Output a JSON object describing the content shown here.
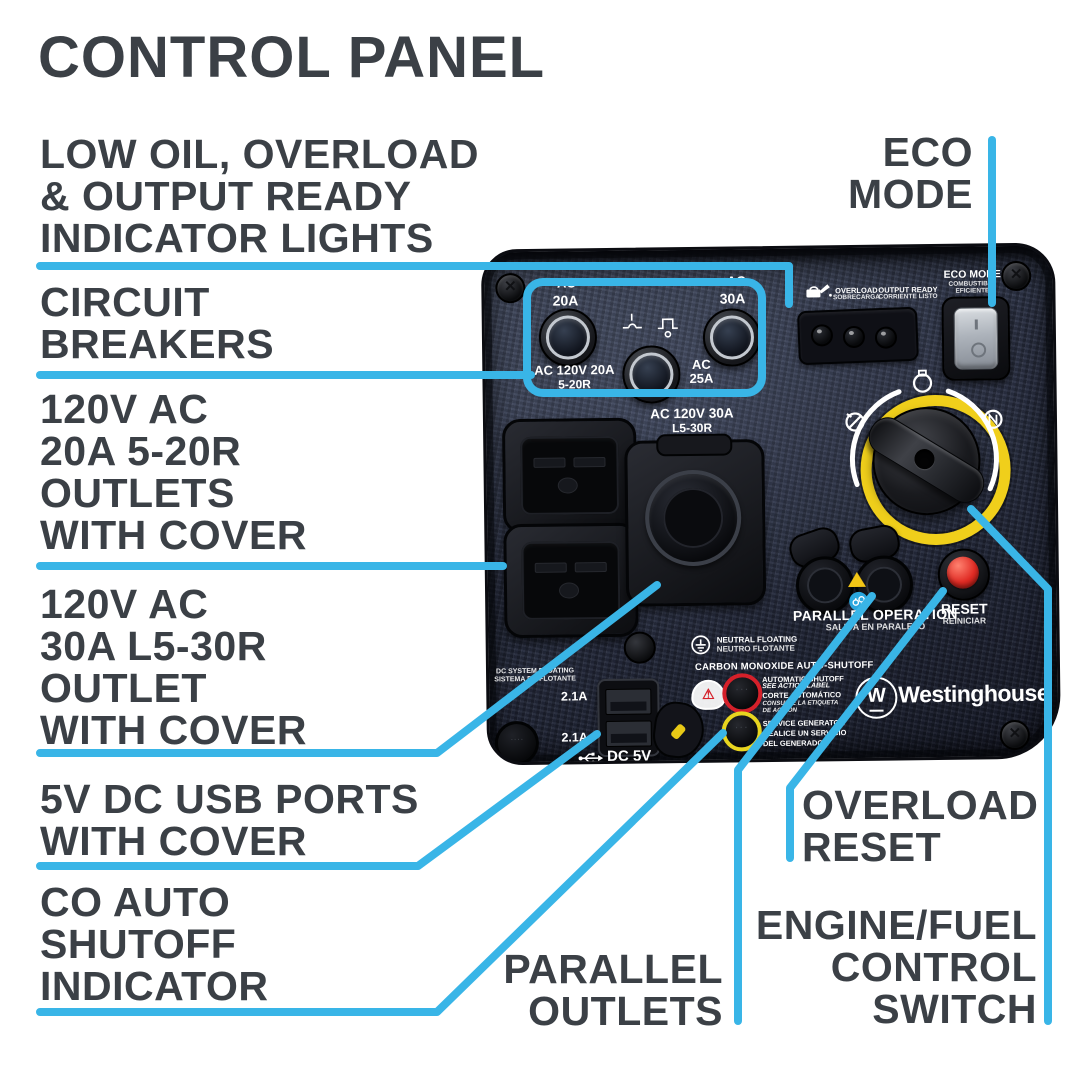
{
  "title": "CONTROL PANEL",
  "colors": {
    "accent": "#39B5E7",
    "label_text": "#3B4046",
    "panel_yellow": "#F0CF1B",
    "reset_red": "#E02B24"
  },
  "callouts": {
    "indicator_lights": [
      "LOW OIL, OVERLOAD",
      "& OUTPUT READY",
      "INDICATOR LIGHTS"
    ],
    "circuit_breakers": [
      "CIRCUIT",
      "BREAKERS"
    ],
    "outlets_120v_20a": [
      "120V AC",
      "20A 5-20R",
      "OUTLETS",
      "WITH COVER"
    ],
    "outlet_120v_30a": [
      "120V AC",
      "30A L5-30R",
      "OUTLET",
      "WITH COVER"
    ],
    "usb_ports": [
      "5V DC USB PORTS",
      "WITH COVER"
    ],
    "co_indicator": [
      "CO AUTO",
      "SHUTOFF",
      "INDICATOR"
    ],
    "eco_mode": [
      "ECO",
      "MODE"
    ],
    "overload_reset": [
      "OVERLOAD",
      "RESET"
    ],
    "parallel_outlets": [
      "PARALLEL",
      "OUTLETS"
    ],
    "engine_fuel": [
      "ENGINE/FUEL",
      "CONTROL",
      "SWITCH"
    ]
  },
  "panel": {
    "breakers": {
      "ac_left": "AC",
      "ac_right": "AC",
      "amp20": "20A",
      "amp30": "30A",
      "sub20_line1": "AC 120V 20A",
      "sub20_line2": "5-20R",
      "mid_line1": "AC",
      "mid_line2": "25A"
    },
    "outlet30": {
      "line1": "AC 120V 30A",
      "line2": "L5-30R"
    },
    "indicator_lights": {
      "overload": "OVERLOAD",
      "overload_es": "SOBRECARGA",
      "output_ready": "OUTPUT READY",
      "output_ready_es": "CORRIENTE LISTO"
    },
    "eco": {
      "title": "ECO MODE",
      "es1": "COMBUSTIBLE",
      "es2": "EFICIENTE"
    },
    "reset": {
      "en": "RESET",
      "es": "REINICIAR"
    },
    "parallel": {
      "en": "PARALLEL OPERATION",
      "es": "SALIDA EN PARALELO"
    },
    "neutral": {
      "en": "NEUTRAL FLOATING",
      "es": "NEUTRO FLOTANTE"
    },
    "co": {
      "title": "CARBON MONOXIDE AUTO-SHUTOFF",
      "auto1": "AUTOMATIC SHUTOFF",
      "auto2": "SEE ACTION LABEL",
      "auto3": "CORTE AUTOMÁTICO",
      "auto4": "CONSULTE LA ETIQUETA",
      "auto5": "DE ACCIÓN",
      "svc1": "SERVICE GENERATOR",
      "svc2": "REALICE UN SERVICIO",
      "svc3": "DEL GENERADOR"
    },
    "dc": {
      "sys1": "DC SYSTEM FLOATING",
      "sys2": "SISTEMA DC FLOTANTE",
      "amp_top": "2.1A",
      "amp_bottom": "2.1A",
      "usb": "DC 5V"
    },
    "brand": "Westinghouse"
  }
}
